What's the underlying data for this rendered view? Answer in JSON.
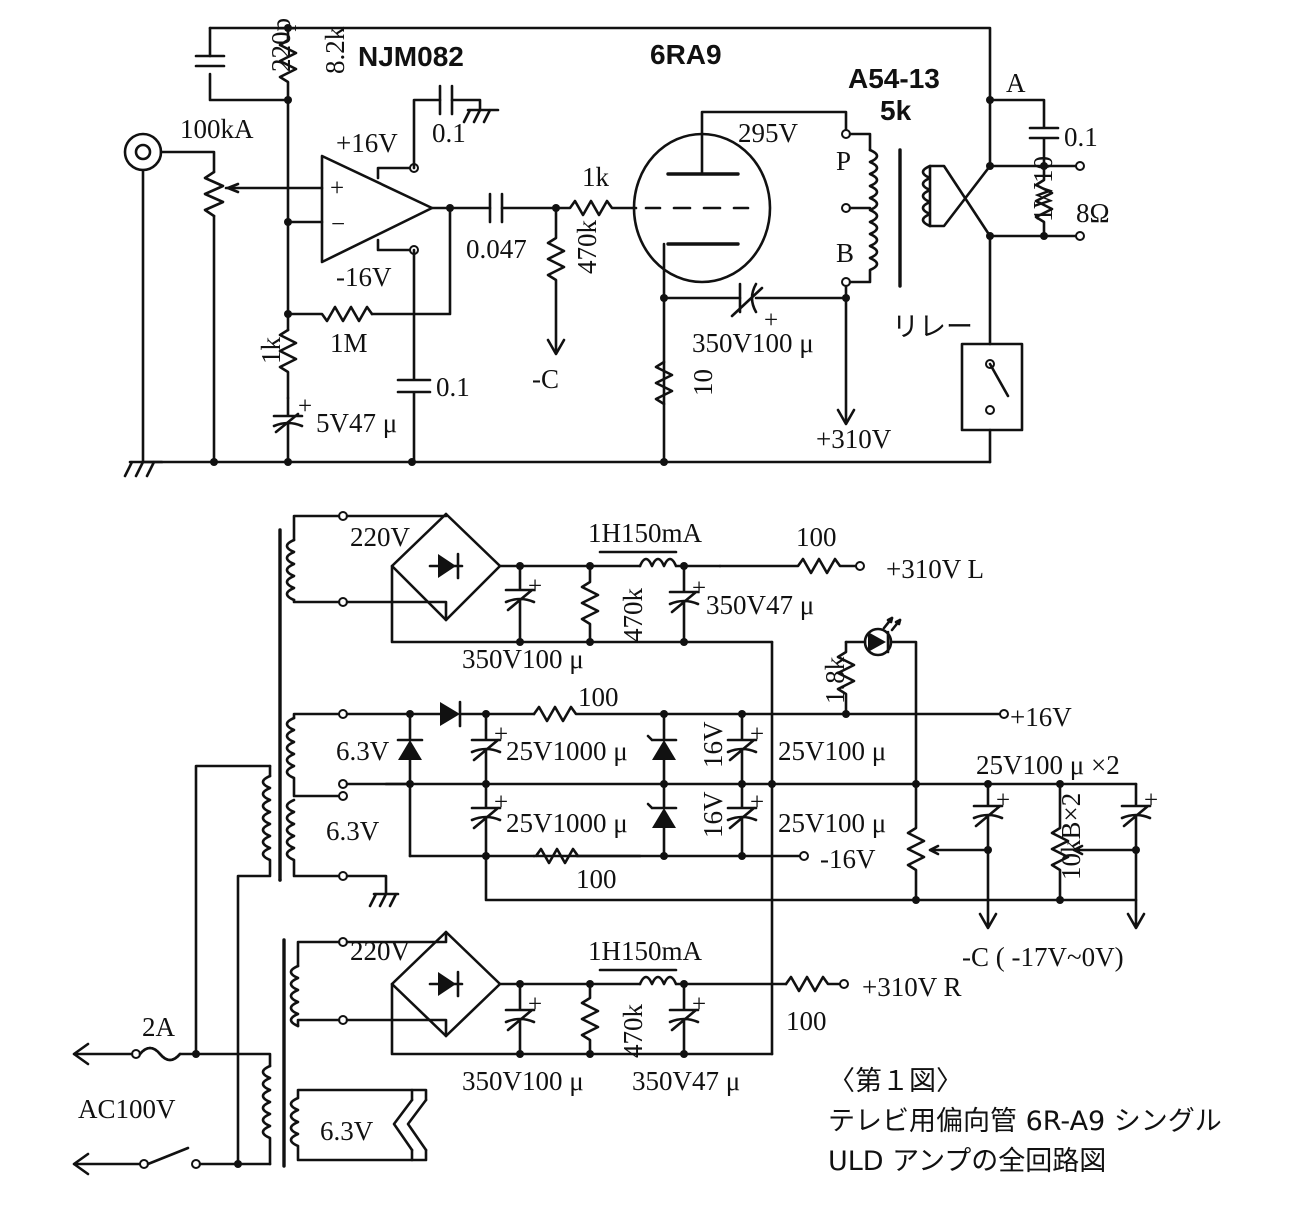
{
  "top": {
    "opamp_name": "NJM082",
    "tube_name": "6RA9",
    "transformer_name": "A54-13",
    "transformer_imp": "5k",
    "c_220p": "220p",
    "r_8k2": "8.2k",
    "vol": "100kA",
    "vpos": "+16V",
    "vneg": "-16V",
    "c_01_top": "0.1",
    "c_01_neg": "0.1",
    "c_0047": "0.047",
    "r_1k_grid": "1k",
    "r_470k": "470k",
    "r_1k_fb": "1k",
    "r_1M": "1M",
    "c_5v47": "5V47 μ",
    "neg_c": "-C",
    "plate_v": "295V",
    "tp_P": "P",
    "tp_B": "B",
    "c_350v100": "350V100 μ",
    "r_10": "10",
    "b_310": "+310V",
    "out_A": "A",
    "c_01_out": "0.1",
    "r_1w10": "1W10",
    "r_8ohm": "8Ω",
    "relay": "リレー",
    "plus": "+",
    "minus": "−"
  },
  "ps": {
    "v220_top": "220V",
    "choke_top": "1H150mA",
    "r100_top": "100",
    "out_310L": "+310V L",
    "c_350v47_top": "350V47 μ",
    "r470k_top": "470k",
    "c_350v100_top": "350V100 μ",
    "r_18k": "1.8k",
    "v63_a": "6.3V",
    "r100_pos": "100",
    "c_25v1000_a": "25V1000 μ",
    "z16_a": "16V",
    "c_25v100_a": "25V100 μ",
    "out_16": "+16V",
    "cap_25v100x2": "25V100 μ ×2",
    "v63_b": "6.3V",
    "c_25v1000_b": "25V1000 μ",
    "z16_b": "16V",
    "c_25v100_b": "25V100 μ",
    "out_neg16": "-16V",
    "r_10kbx2": "10kB×2",
    "r100_neg": "100",
    "out_negc": "-C ( -17V~0V)",
    "v220_bot": "220V",
    "choke_bot": "1H150mA",
    "out_310R": "+310V R",
    "r100_bot": "100",
    "r470k_bot": "470k",
    "c_350v100_bot": "350V100 μ",
    "c_350v47_bot": "350V47 μ",
    "fuse": "2A",
    "ac": "AC100V",
    "v63_heater": "6.3V"
  },
  "caption": {
    "fig": "〈第１図〉",
    "line1": "テレビ用偏向管 6R-A9 シングル",
    "line2": "ULD アンプの全回路図"
  }
}
